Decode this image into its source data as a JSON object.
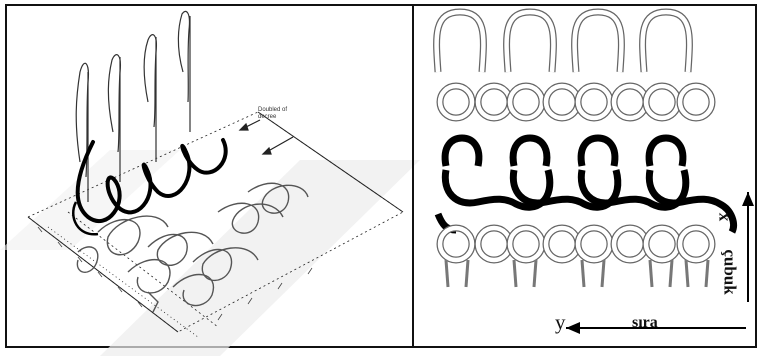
{
  "left_figure": {
    "callout_text": "Doubled of decree"
  },
  "right_figure": {
    "axis_x_label": "x",
    "axis_vertical_label": "çubuk",
    "axis_y_label": "y",
    "axis_horizontal_label": "sıra"
  },
  "colors": {
    "ink": "#111111",
    "highlight_yarn": "#000000",
    "watermark": "#e6e6e6"
  }
}
